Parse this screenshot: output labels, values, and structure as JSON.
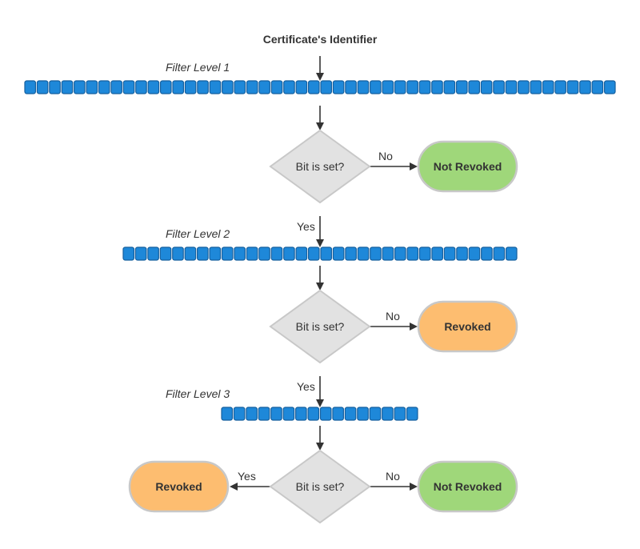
{
  "title": "Certificate's Identifier",
  "colors": {
    "cell_fill": "#1e88d9",
    "cell_stroke": "#155f9e",
    "diamond_fill": "#e2e2e2",
    "diamond_stroke": "#c8c8c8",
    "not_revoked_fill": "#9fd77a",
    "revoked_fill": "#fdbd70",
    "terminal_stroke": "#c8c8c8",
    "arrow": "#333333"
  },
  "levels": [
    {
      "label": "Filter Level 1",
      "cells": 48
    },
    {
      "label": "Filter Level 2",
      "cells": 32
    },
    {
      "label": "Filter Level 3",
      "cells": 16
    }
  ],
  "decisions": [
    {
      "question": "Bit is set?"
    },
    {
      "question": "Bit is set?"
    },
    {
      "question": "Bit is set?"
    }
  ],
  "edge_labels": {
    "d1_no": "No",
    "d1_yes": "Yes",
    "d2_no": "No",
    "d2_yes": "Yes",
    "d3_no": "No",
    "d3_yes": "Yes"
  },
  "terminals": {
    "t1": {
      "label": "Not Revoked",
      "kind": "not_revoked"
    },
    "t2": {
      "label": "Revoked",
      "kind": "revoked"
    },
    "t3_right": {
      "label": "Not Revoked",
      "kind": "not_revoked"
    },
    "t3_left": {
      "label": "Revoked",
      "kind": "revoked"
    }
  }
}
